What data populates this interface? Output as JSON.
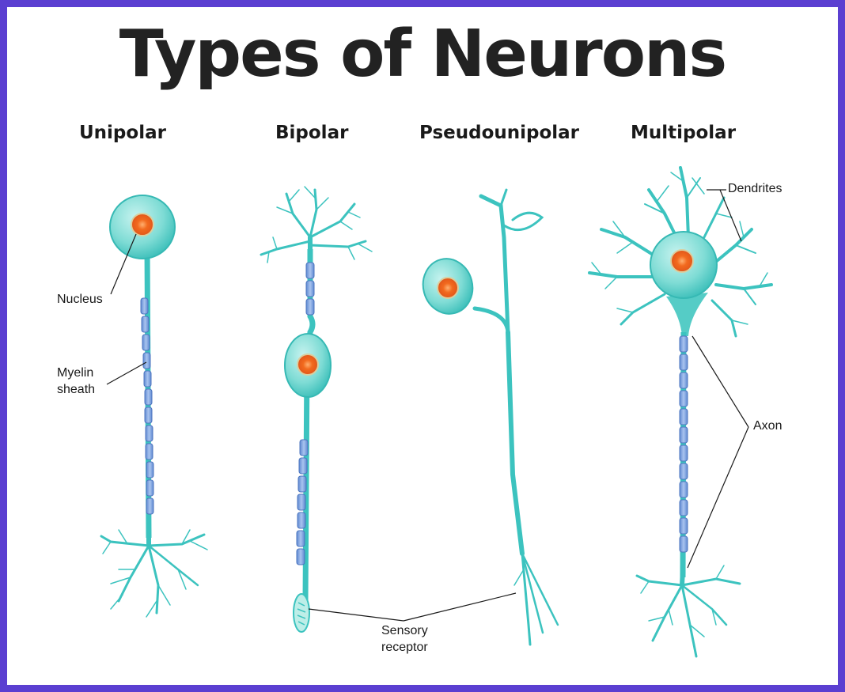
{
  "title": "Types of Neurons",
  "types": {
    "unipolar": "Unipolar",
    "bipolar": "Bipolar",
    "pseudounipolar": "Pseudounipolar",
    "multipolar": "Multipolar"
  },
  "labels": {
    "nucleus": "Nucleus",
    "myelin_line1": "Myelin",
    "myelin_line2": "sheath",
    "dendrites": "Dendrites",
    "axon": "Axon",
    "sensory_line1": "Sensory",
    "sensory_line2": "receptor"
  },
  "colors": {
    "border": "#5b3fd1",
    "neuron": "#3cc3bf",
    "cell_body": "#8fe3dd",
    "nucleus": "#f0641e",
    "myelin": "#7fa6e0"
  }
}
